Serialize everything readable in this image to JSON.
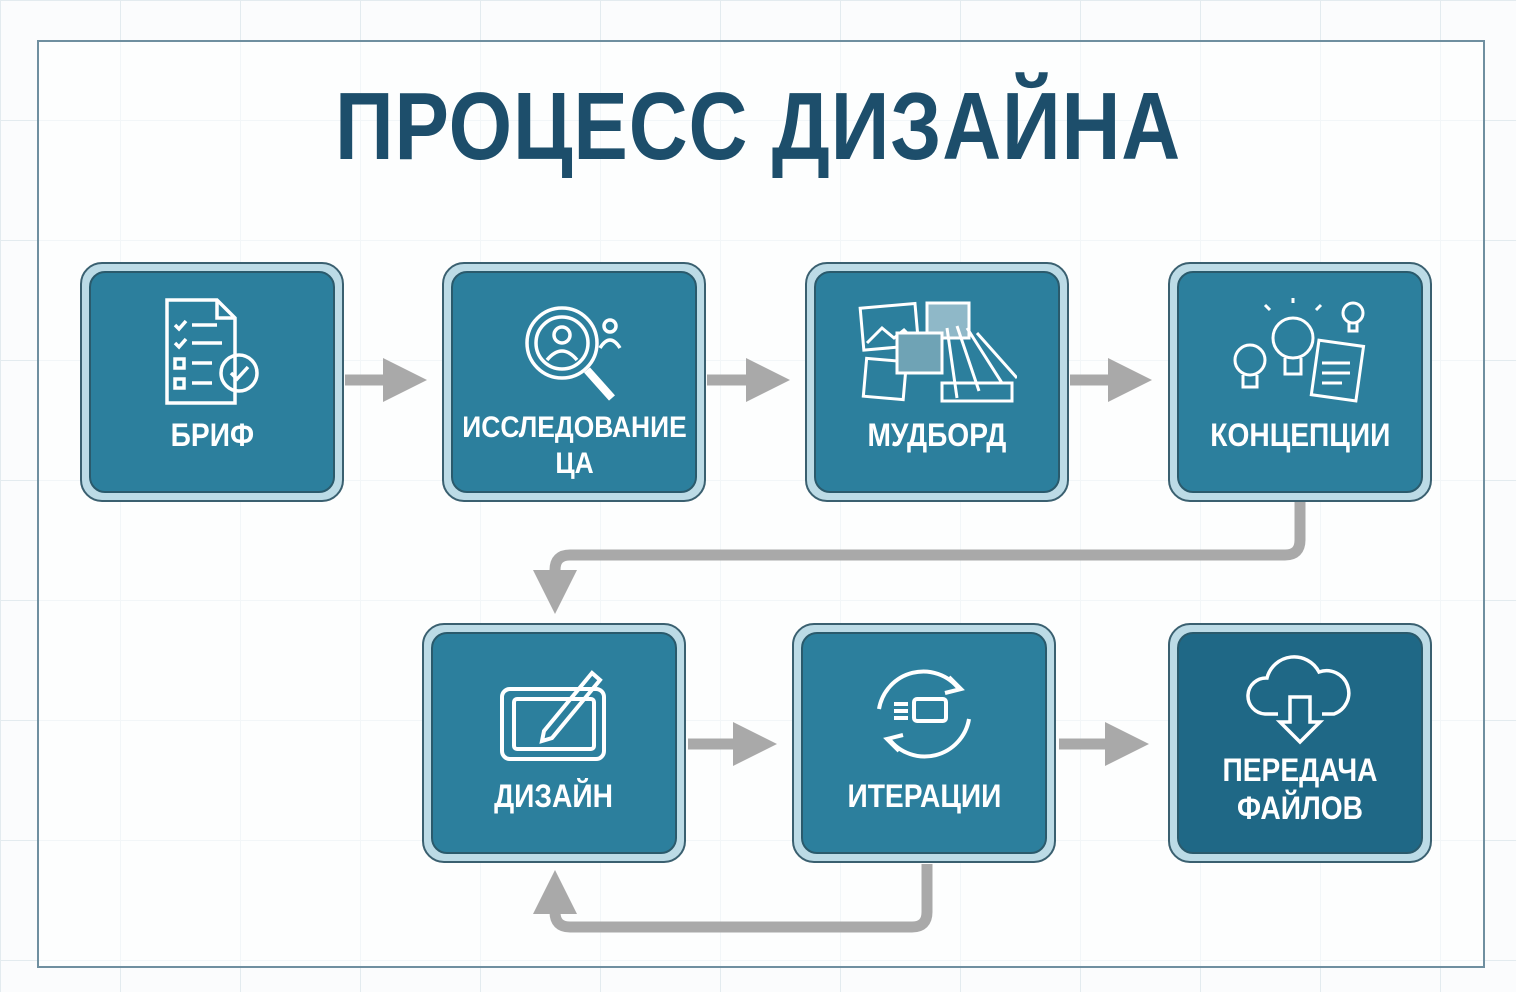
{
  "title": "ПРОЦЕСС ДИЗАЙНА",
  "steps": [
    {
      "label": "БРИФ",
      "icon": "checklist-document-icon"
    },
    {
      "label": "ИССЛЕДОВАНИЕ ЦА",
      "icon": "audience-search-icon"
    },
    {
      "label": "МУДБОРД",
      "icon": "moodboard-images-icon"
    },
    {
      "label": "КОНЦЕПЦИИ",
      "icon": "lightbulb-ideas-icon"
    },
    {
      "label": "ДИЗАЙН",
      "icon": "tablet-pen-icon"
    },
    {
      "label": "ИТЕРАЦИИ",
      "icon": "refresh-cycle-icon"
    },
    {
      "label": "ПЕРЕДАЧА ФАЙЛОВ",
      "icon": "cloud-download-icon"
    }
  ],
  "colors": {
    "box": "#2c7f9d",
    "final_box": "#1f6886",
    "title": "#1d4e6b",
    "arrow": "#a9a9a9"
  }
}
